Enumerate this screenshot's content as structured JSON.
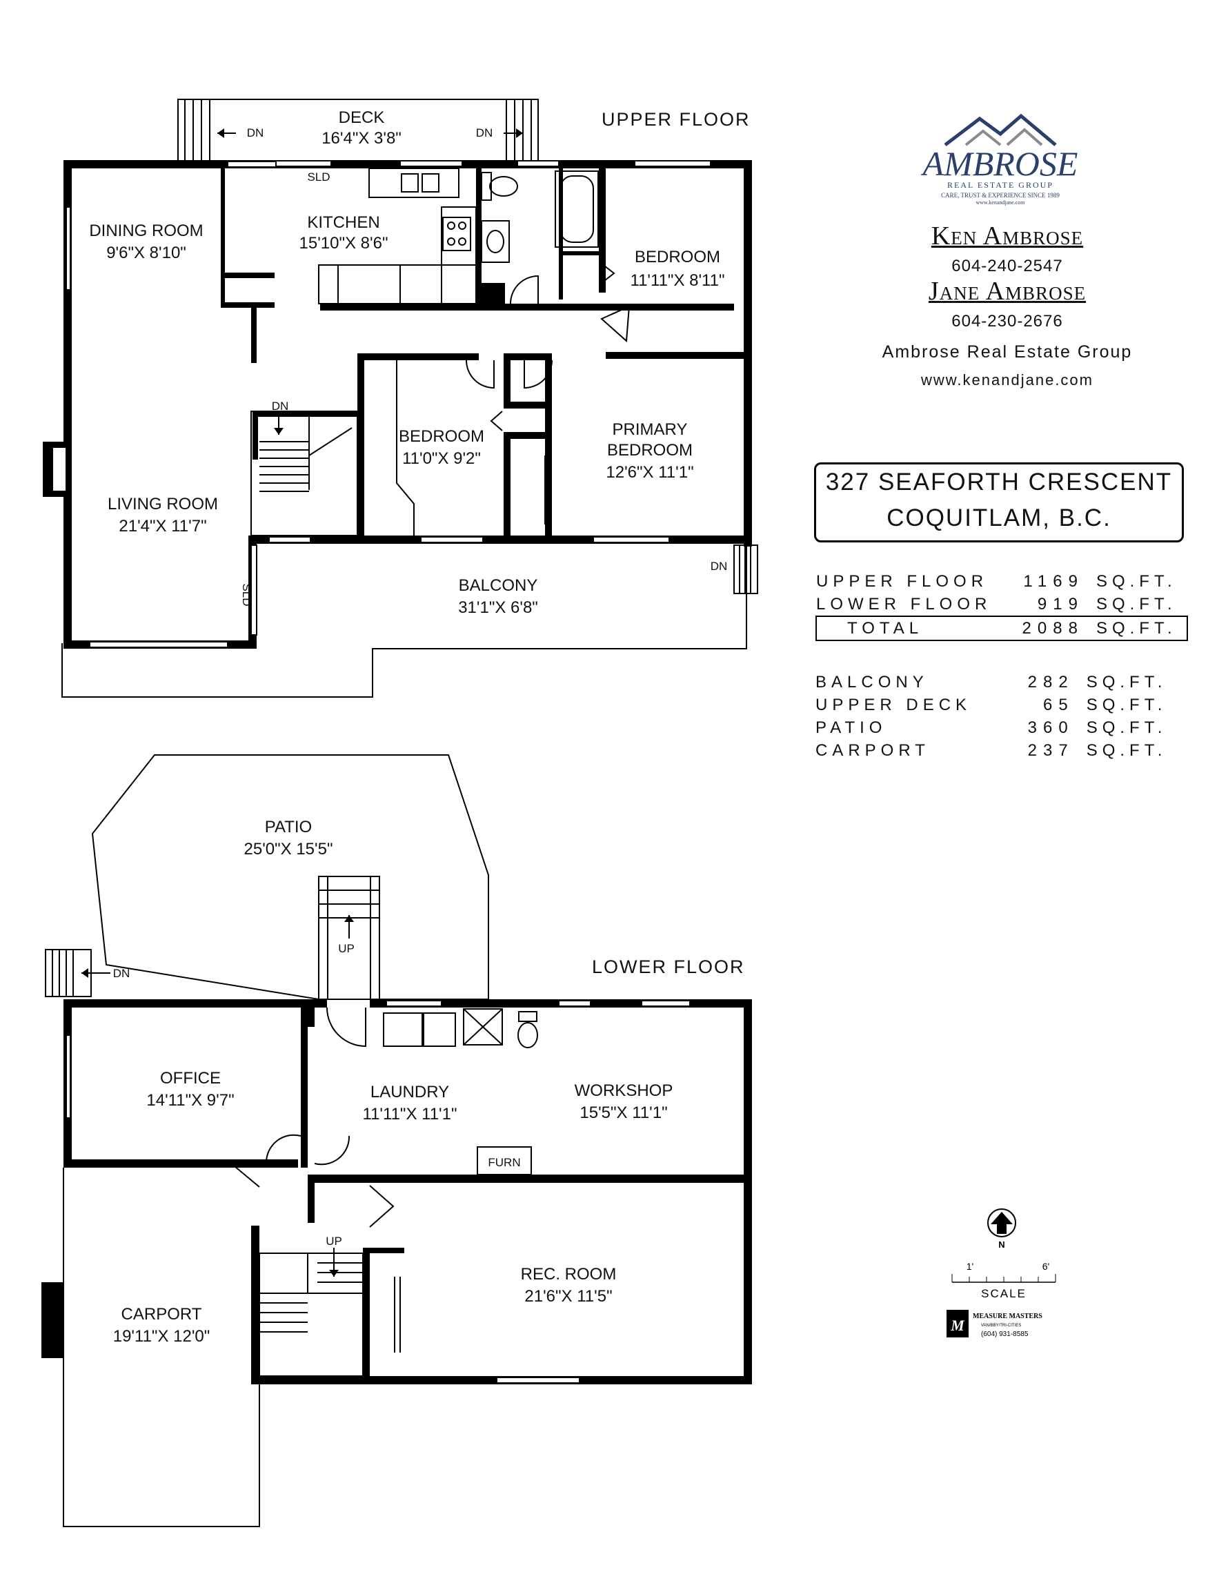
{
  "upper_floor": {
    "title": "UPPER FLOOR",
    "deck": {
      "name": "DECK",
      "dims": "16'4\"X 3'8\"",
      "stair_left": "DN",
      "stair_right": "DN"
    },
    "sld_top": "SLD",
    "dining_room": {
      "name": "DINING ROOM",
      "dims": "9'6\"X 8'10\""
    },
    "kitchen": {
      "name": "KITCHEN",
      "dims": "15'10\"X 8'6\""
    },
    "bedroom_ne": {
      "name": "BEDROOM",
      "dims": "11'11\"X 8'11\""
    },
    "bedroom_mid": {
      "name": "BEDROOM",
      "dims": "11'0\"X 9'2\""
    },
    "primary_bedroom": {
      "name_line1": "PRIMARY",
      "name_line2": "BEDROOM",
      "dims": "12'6\"X 11'1\""
    },
    "living_room": {
      "name": "LIVING ROOM",
      "dims": "21'4\"X 11'7\""
    },
    "balcony": {
      "name": "BALCONY",
      "dims": "31'1\"X 6'8\"",
      "stair": "DN"
    },
    "stair": "DN",
    "sld_side": "SLD"
  },
  "lower_floor": {
    "title": "LOWER FLOOR",
    "patio": {
      "name": "PATIO",
      "dims": "25'0\"X 15'5\"",
      "stair": "DN"
    },
    "stair_up": "UP",
    "office": {
      "name": "OFFICE",
      "dims": "14'11\"X 9'7\""
    },
    "laundry": {
      "name": "LAUNDRY",
      "dims": "11'11\"X 11'1\""
    },
    "workshop": {
      "name": "WORKSHOP",
      "dims": "15'5\"X 11'1\""
    },
    "furnace": "FURN",
    "rec_room": {
      "name": "REC. ROOM",
      "dims": "21'6\"X 11'5\""
    },
    "stair_up2": "UP",
    "carport": {
      "name": "CARPORT",
      "dims": "19'11\"X 12'0\""
    }
  },
  "agency": {
    "logo_name": "AMBROSE",
    "logo_sub": "REAL ESTATE GROUP",
    "logo_tagline": "CARE, TRUST & EXPERIENCE SINCE 1989",
    "logo_url": "www.kenandjane.com",
    "agent1_name": "Ken Ambrose",
    "agent1_phone": "604-240-2547",
    "agent2_name": "Jane Ambrose",
    "agent2_phone": "604-230-2676",
    "group": "Ambrose Real Estate Group",
    "website": "www.kenandjane.com"
  },
  "address": {
    "line1": "327 SEAFORTH CRESCENT",
    "line2": "COQUITLAM, B.C."
  },
  "areas": {
    "unit": "SQ.FT.",
    "floors": [
      {
        "label": "UPPER FLOOR",
        "value": "1169"
      },
      {
        "label": "LOWER FLOOR",
        "value": "919"
      }
    ],
    "total": {
      "label": "TOTAL",
      "value": "2088"
    },
    "outdoor": [
      {
        "label": "BALCONY",
        "value": "282"
      },
      {
        "label": "UPPER DECK",
        "value": "65"
      },
      {
        "label": "PATIO",
        "value": "360"
      },
      {
        "label": "CARPORT",
        "value": "237"
      }
    ]
  },
  "scale": {
    "north": "N",
    "tick_left": "1'",
    "tick_right": "6'",
    "label": "SCALE"
  },
  "measurer": {
    "name": "MEASURE MASTERS",
    "region": "VAN/BBY/TRI-CITIES",
    "phone": "(604) 931-8585"
  }
}
